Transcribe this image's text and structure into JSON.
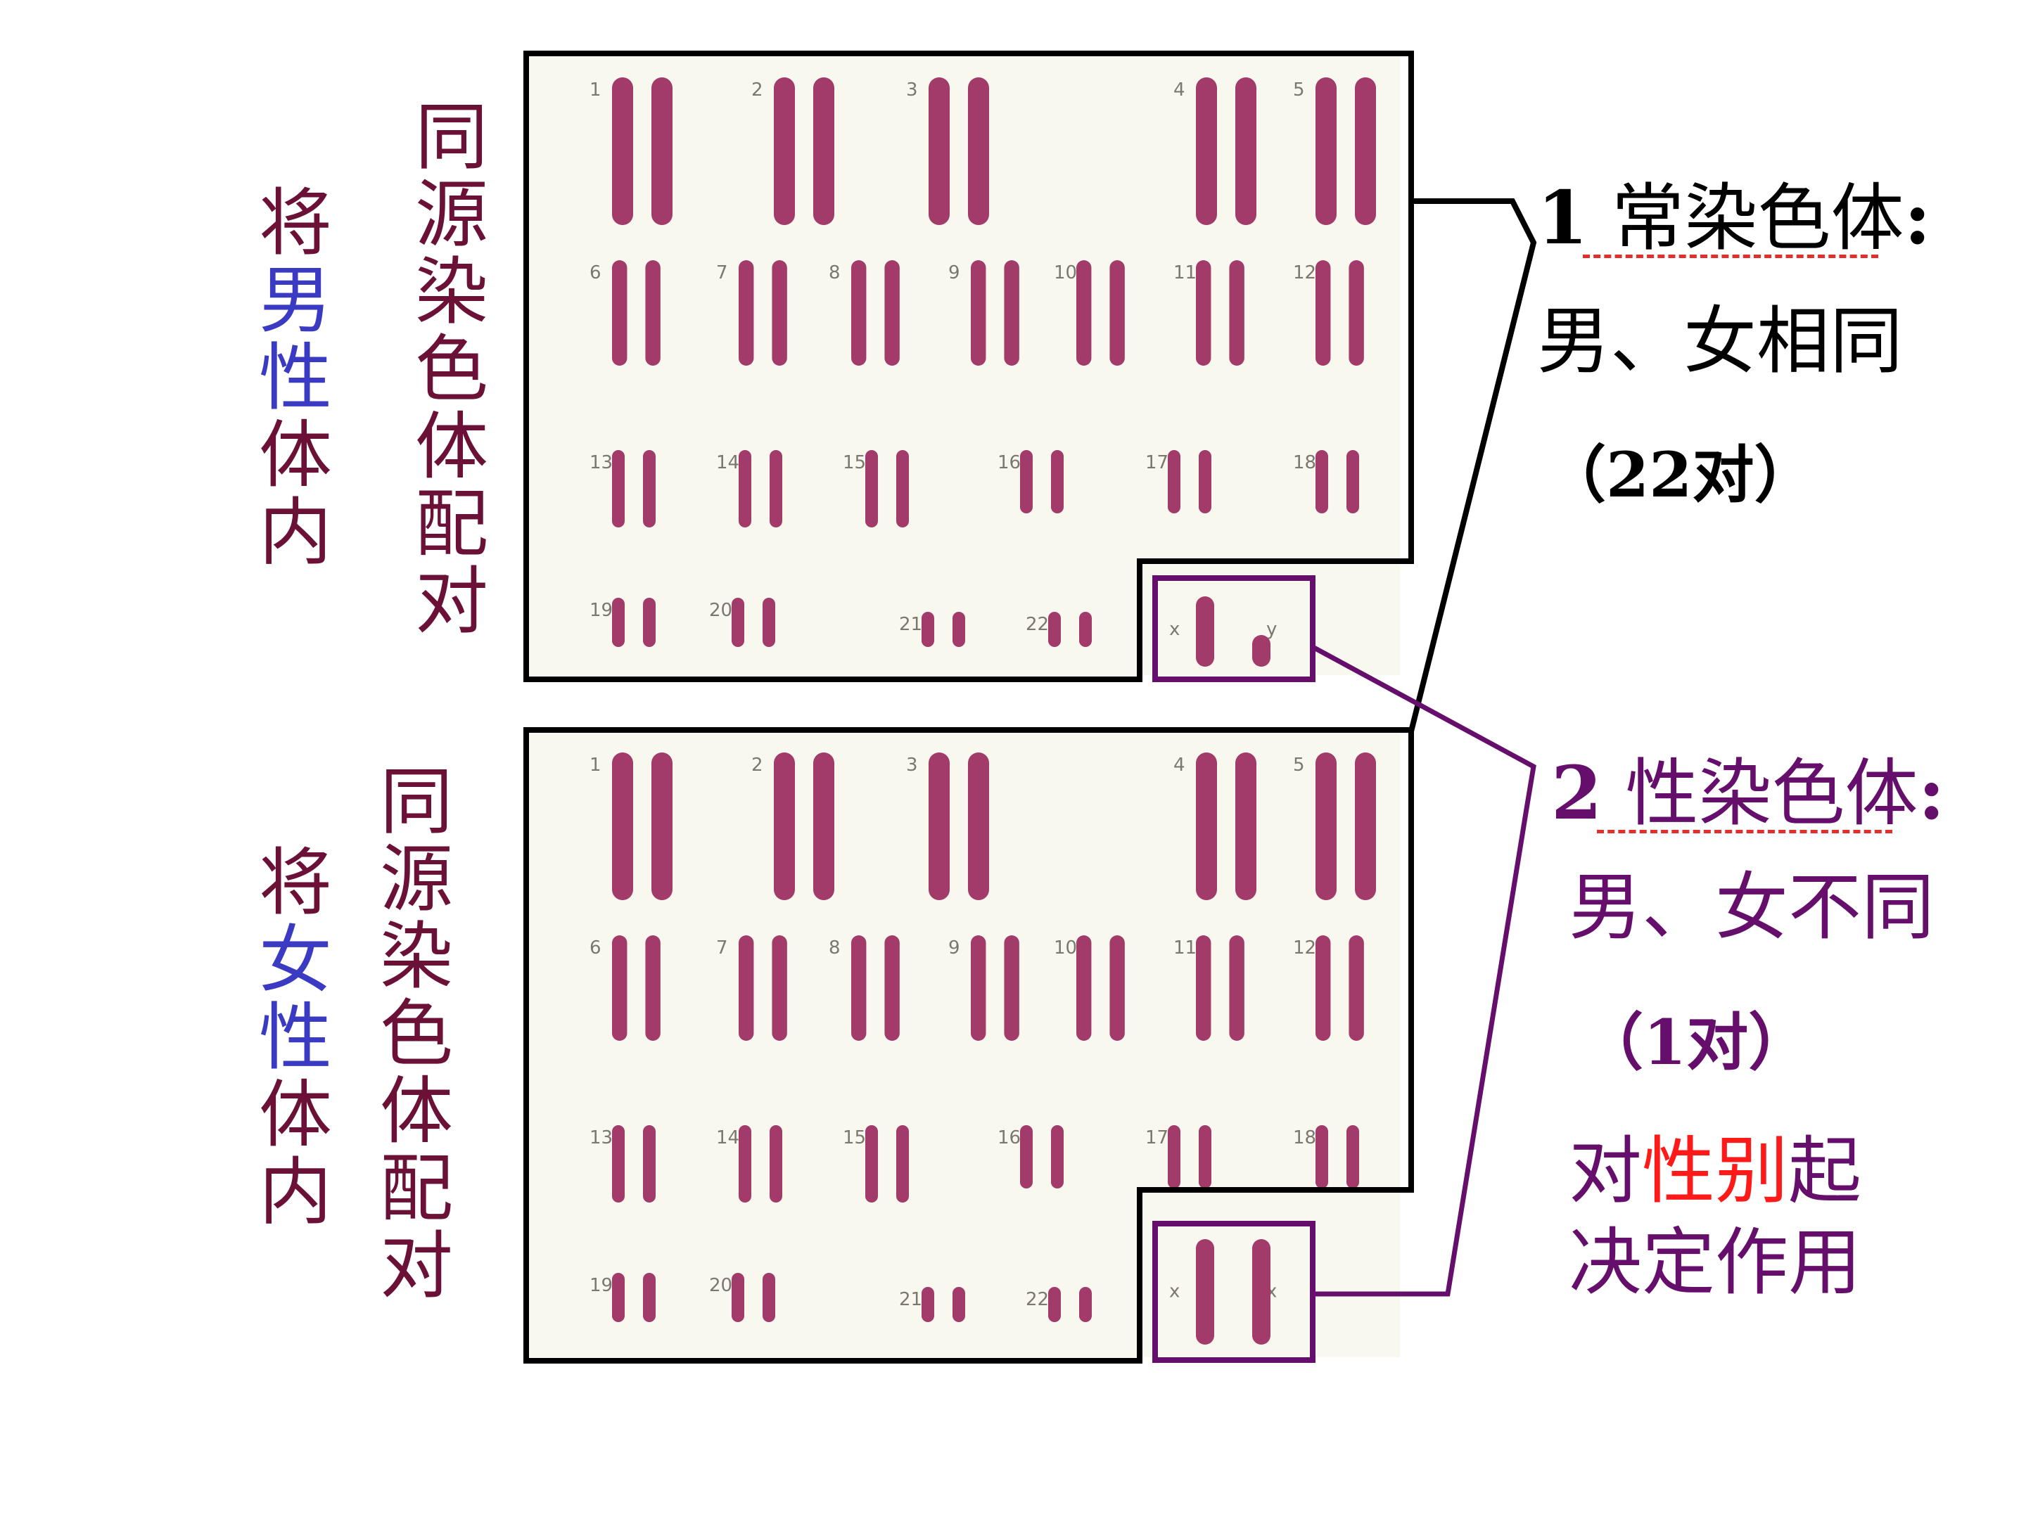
{
  "colors": {
    "accent_blue": "#3a3ac2",
    "dark_maroon": "#6b1036",
    "purple": "#660e6b",
    "red": "#ff1a1a",
    "chromosome": "#a23a6a",
    "panel_bg": "#f9f8ef"
  },
  "male": {
    "side_label": [
      "将",
      "男",
      "性",
      "体",
      "内"
    ],
    "caption": [
      "同",
      "源",
      "染",
      "色",
      "体",
      "配",
      "对"
    ]
  },
  "female": {
    "side_label": [
      "将",
      "女",
      "性",
      "体",
      "内"
    ],
    "caption": [
      "同",
      "源",
      "染",
      "色",
      "体",
      "配",
      "对"
    ]
  },
  "autosome": {
    "number": "1",
    "title": "常染色体",
    "colon": ":",
    "desc": "男、女相同",
    "count": "（22对）"
  },
  "sex_chromosome": {
    "number": "2",
    "title": "性染色体",
    "colon": ":",
    "desc": "男、女不同",
    "count": "（1对）",
    "role_pre": "对",
    "role_highlight": "性别",
    "role_post": "起",
    "role_line2": "决定作用"
  },
  "karyotype_numbers": [
    "1",
    "2",
    "3",
    "4",
    "5",
    "6",
    "7",
    "8",
    "9",
    "10",
    "11",
    "12",
    "13",
    "14",
    "15",
    "16",
    "17",
    "18",
    "19",
    "20",
    "21",
    "22"
  ],
  "male_sex_labels": [
    "x",
    "y"
  ],
  "female_sex_labels": [
    "x",
    "x"
  ]
}
